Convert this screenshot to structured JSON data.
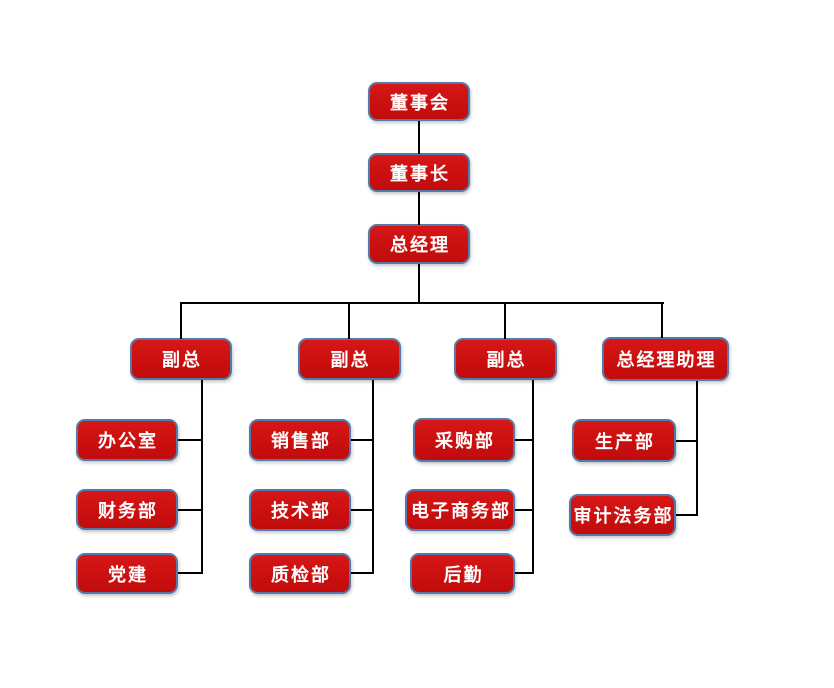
{
  "diagram": {
    "type": "org-chart",
    "background": "#ffffff"
  },
  "colors": {
    "node_fill": "#cb1111",
    "node_border": "#5579a8",
    "node_text": "#ffffff",
    "connector": "#000000"
  },
  "nodes": {
    "board": {
      "label": "董事会"
    },
    "chairman": {
      "label": "董事长"
    },
    "general_manager": {
      "label": "总经理"
    },
    "deputy_gm_1": {
      "label": "副总"
    },
    "deputy_gm_2": {
      "label": "副总"
    },
    "deputy_gm_3": {
      "label": "副总"
    },
    "gm_assistant": {
      "label": "总经理助理"
    },
    "office": {
      "label": "办公室"
    },
    "finance": {
      "label": "财务部"
    },
    "party_building": {
      "label": "党建"
    },
    "sales": {
      "label": "销售部"
    },
    "technology": {
      "label": "技术部"
    },
    "quality_inspection": {
      "label": "质检部"
    },
    "purchasing": {
      "label": "采购部"
    },
    "ecommerce": {
      "label": "电子商务部"
    },
    "logistics": {
      "label": "后勤"
    },
    "production": {
      "label": "生产部"
    },
    "audit_legal": {
      "label": "审计法务部"
    }
  },
  "hierarchy": {
    "董事会": [
      "董事长"
    ],
    "董事长": [
      "总经理"
    ],
    "总经理": [
      "副总(1)",
      "副总(2)",
      "副总(3)",
      "总经理助理"
    ],
    "副总(1)": [
      "办公室",
      "财务部",
      "党建"
    ],
    "副总(2)": [
      "销售部",
      "技术部",
      "质检部"
    ],
    "副总(3)": [
      "采购部",
      "电子商务部",
      "后勤"
    ],
    "总经理助理": [
      "生产部",
      "审计法务部"
    ]
  }
}
